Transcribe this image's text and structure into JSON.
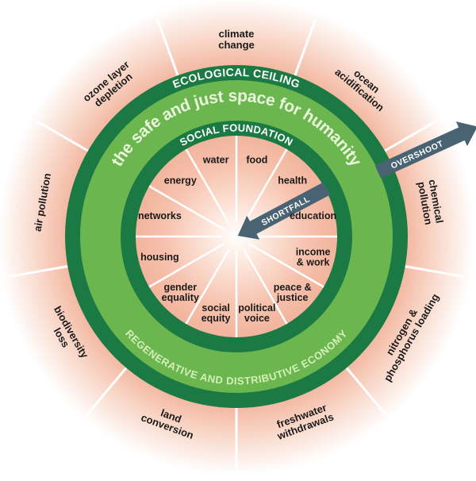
{
  "title": "the safe and just space for humanity",
  "rings": {
    "ecological_ceiling": "ECOLOGICAL CEILING",
    "safe_space": "the safe and just space for humanity",
    "social_foundation": "SOCIAL FOUNDATION",
    "economy": "REGENERATIVE AND DISTRIBUTIVE ECONOMY"
  },
  "arrows": {
    "overshoot": "OVERSHOOT",
    "shortfall": "SHORTFALL"
  },
  "colors": {
    "dark_green": "#1b7a43",
    "light_green": "#6bb64f",
    "salmon": "#f4b9a2",
    "arrow": "#4a6373",
    "spoke": "#ffffff"
  },
  "ecological_ceiling_dimensions": [
    {
      "lines": [
        "climate",
        "change"
      ]
    },
    {
      "lines": [
        "ocean",
        "acidification"
      ]
    },
    {
      "lines": [
        "chemical",
        "pollution"
      ]
    },
    {
      "lines": [
        "nitrogen &",
        "phosphorus loading"
      ]
    },
    {
      "lines": [
        "freshwater",
        "withdrawals"
      ]
    },
    {
      "lines": [
        "land",
        "conversion"
      ]
    },
    {
      "lines": [
        "biodiversity",
        "loss"
      ]
    },
    {
      "lines": [
        "air pollution"
      ]
    },
    {
      "lines": [
        "ozone layer",
        "depletion"
      ]
    }
  ],
  "social_foundation_dimensions": [
    {
      "lines": [
        "food"
      ]
    },
    {
      "lines": [
        "health"
      ]
    },
    {
      "lines": [
        "education"
      ]
    },
    {
      "lines": [
        "income",
        "& work"
      ]
    },
    {
      "lines": [
        "peace &",
        "justice"
      ]
    },
    {
      "lines": [
        "political",
        "voice"
      ]
    },
    {
      "lines": [
        "social",
        "equity"
      ]
    },
    {
      "lines": [
        "gender",
        "equality"
      ]
    },
    {
      "lines": [
        "housing"
      ]
    },
    {
      "lines": [
        "networks"
      ]
    },
    {
      "lines": [
        "energy"
      ]
    },
    {
      "lines": [
        "water"
      ]
    }
  ]
}
